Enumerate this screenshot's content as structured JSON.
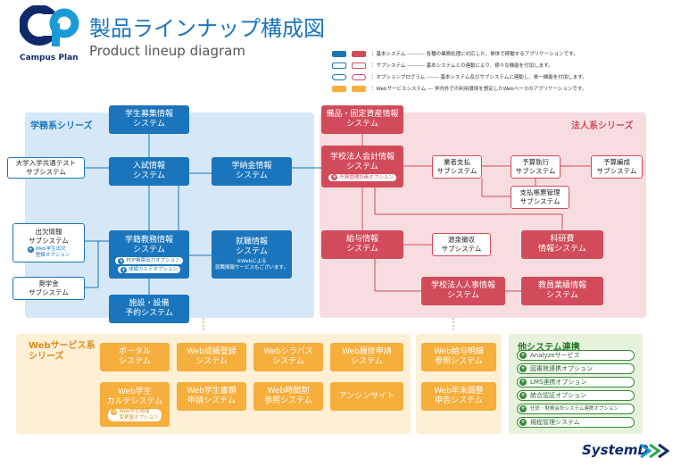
{
  "header": {
    "brand": "Campus Plan",
    "title_ja": "製品ラインナップ構成図",
    "title_en": "Product lineup diagram",
    "footer_brand": "SystemD"
  },
  "legend": {
    "rows": [
      {
        "label": "：基本システム  ----------  各種の業務処理に対応した、単体で稼働するアプリケーションです。"
      },
      {
        "label": "：サブシステム  ----------  基本システムとの連動により、様々な機能を付加します。"
      },
      {
        "label": "：オプションプログラム -------  基本システム及びサブシステムに連動し、単一機能を付加します。"
      },
      {
        "label": "：Webサービスシステム ---  学内外での利用環境を想定したWebベースのアプリケーションです。"
      }
    ]
  },
  "regions": {
    "academic": "学務系シリーズ",
    "corporate": "法人系シリーズ",
    "web": "Webサービス系\nシリーズ",
    "other": "他システム連携"
  },
  "academic": {
    "boshu": "学生募集情報\nシステム",
    "nyushi": "入試情報\nシステム",
    "gakuseki": "学籍教務情報\nシステム",
    "gakuseki_opt1": "PDF帳票出力オプション",
    "gakuseki_opt2": "成績カルテオプション",
    "shisetsu": "施設・設備\n予約システム",
    "nokin": "学納金情報\nシステム",
    "shushoku": "就職情報\nシステム",
    "shushoku_note": "※Webによる\n就職情報サービスもございます。",
    "daigaku_test": "大学入学共通テスト\nサブシステム",
    "shukketsu": "出欠情報\nサブシステム",
    "shukketsu_opt": "Web学生出欠\n登録オプション",
    "shogakukin": "奨学金\nサブシステム"
  },
  "corporate": {
    "bihin": "備品・固定資産情報\nシステム",
    "kaikei": "学校法人会計情報\nシステム",
    "kaikei_opt": "予算管理計画オプション",
    "gyomu": "業者支払\nサブシステム",
    "yosan_shikko": "予算執行\nサブシステム",
    "yosan_hensei": "予算編成\nサブシステム",
    "shiharai": "支払帳票管理\nサブシステム",
    "kyuyo": "給与情報\nシステム",
    "nenmatsu": "源泉徴収\nサブシステム",
    "kakenhi": "科研費\n情報システム",
    "jinji": "学校法人人事情報\nシステム",
    "kyoin": "教員業績情報\nシステム"
  },
  "web": {
    "items": [
      "ポータル\nシステム",
      "Web成績登録\nシステム",
      "Webシラバス\nシステム",
      "Web履修申請\nシステム",
      "Web学生\nカルテシステム",
      "Web学生書類\n申請システム",
      "Web時間割\n参照システム",
      "アンシンサイト"
    ],
    "karte_opt": "Web学生情報\n変更届オプション",
    "corp_items": [
      "Web給与明細\n参照システム",
      "Web年末調整\n申告システム"
    ]
  },
  "other": {
    "items": [
      "Analyzeサービス",
      "図書館連携オプション",
      "LMS連携オプション",
      "統合認証オプション",
      "仕訳・財務会計システム連携オプション",
      "規程管理システム"
    ]
  },
  "colors": {
    "blue": "#1b75bc",
    "red": "#d24b5a",
    "orange": "#f6ae3c",
    "green": "#3a8a3a"
  }
}
